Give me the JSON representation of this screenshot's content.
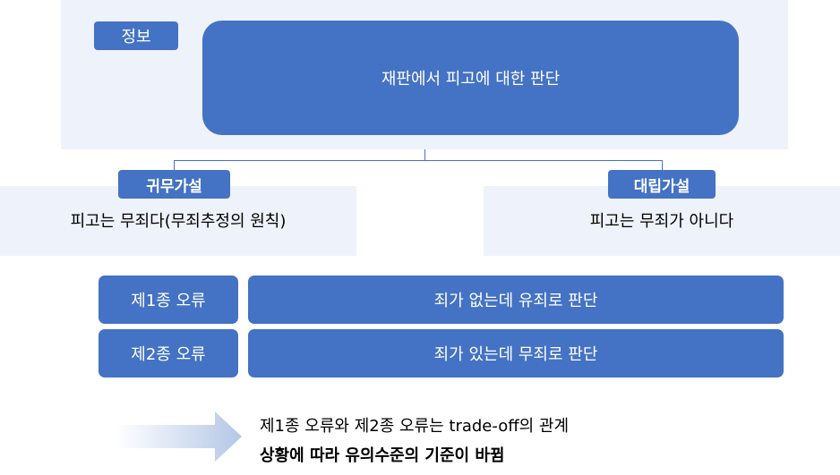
{
  "info": {
    "tag": "정보",
    "main": "재판에서 피고에 대한 판단"
  },
  "null_hypothesis": {
    "tag": "귀무가설",
    "text": "피고는 무죄다(무죄추정의 원칙)"
  },
  "alt_hypothesis": {
    "tag": "대립가설",
    "text": "피고는 무죄가 아니다"
  },
  "errors": [
    {
      "label": "제1종 오류",
      "desc": "죄가 없는데 유죄로 판단"
    },
    {
      "label": "제2종 오류",
      "desc": "죄가 있는데 무죄로 판단"
    }
  ],
  "note": {
    "line1": "제1종 오류와 제2종 오류는 trade-off의 관계",
    "line2": "상황에 따라 유의수준의 기준이 바뀜"
  },
  "colors": {
    "accent": "#4472c4",
    "panel": "#eef2fa",
    "arrow": "#b4c7e7"
  }
}
